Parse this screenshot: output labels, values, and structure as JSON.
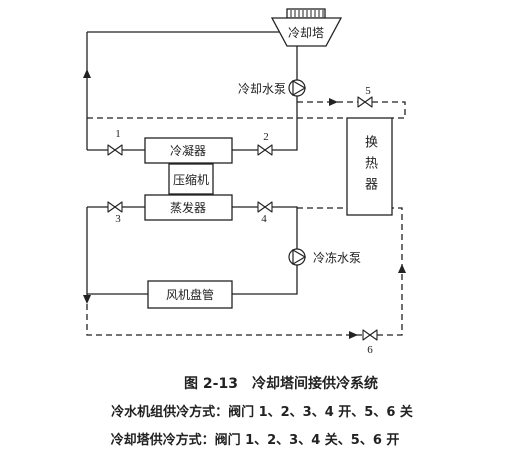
{
  "diagram": {
    "cooling_tower_label": "冷却塔",
    "cooling_water_pump_label": "冷却水泵",
    "condenser_label": "冷凝器",
    "compressor_label": "压缩机",
    "evaporator_label": "蒸发器",
    "chilled_water_pump_label": "冷冻水泵",
    "fan_coil_label": "风机盘管",
    "heat_exchanger_label": "换热器",
    "valves": [
      "1",
      "2",
      "3",
      "4",
      "5",
      "6"
    ]
  },
  "caption": {
    "figure_title": "图 2-13　冷却塔间接供冷系统",
    "chiller_mode": "冷水机组供冷方式：阀门 1、2、3、4 开、5、6 关",
    "tower_mode": "冷却塔供冷方式：阀门 1、2、3、4 关、5、6 开"
  },
  "colors": {
    "ink": "#222222",
    "background": "#ffffff"
  }
}
